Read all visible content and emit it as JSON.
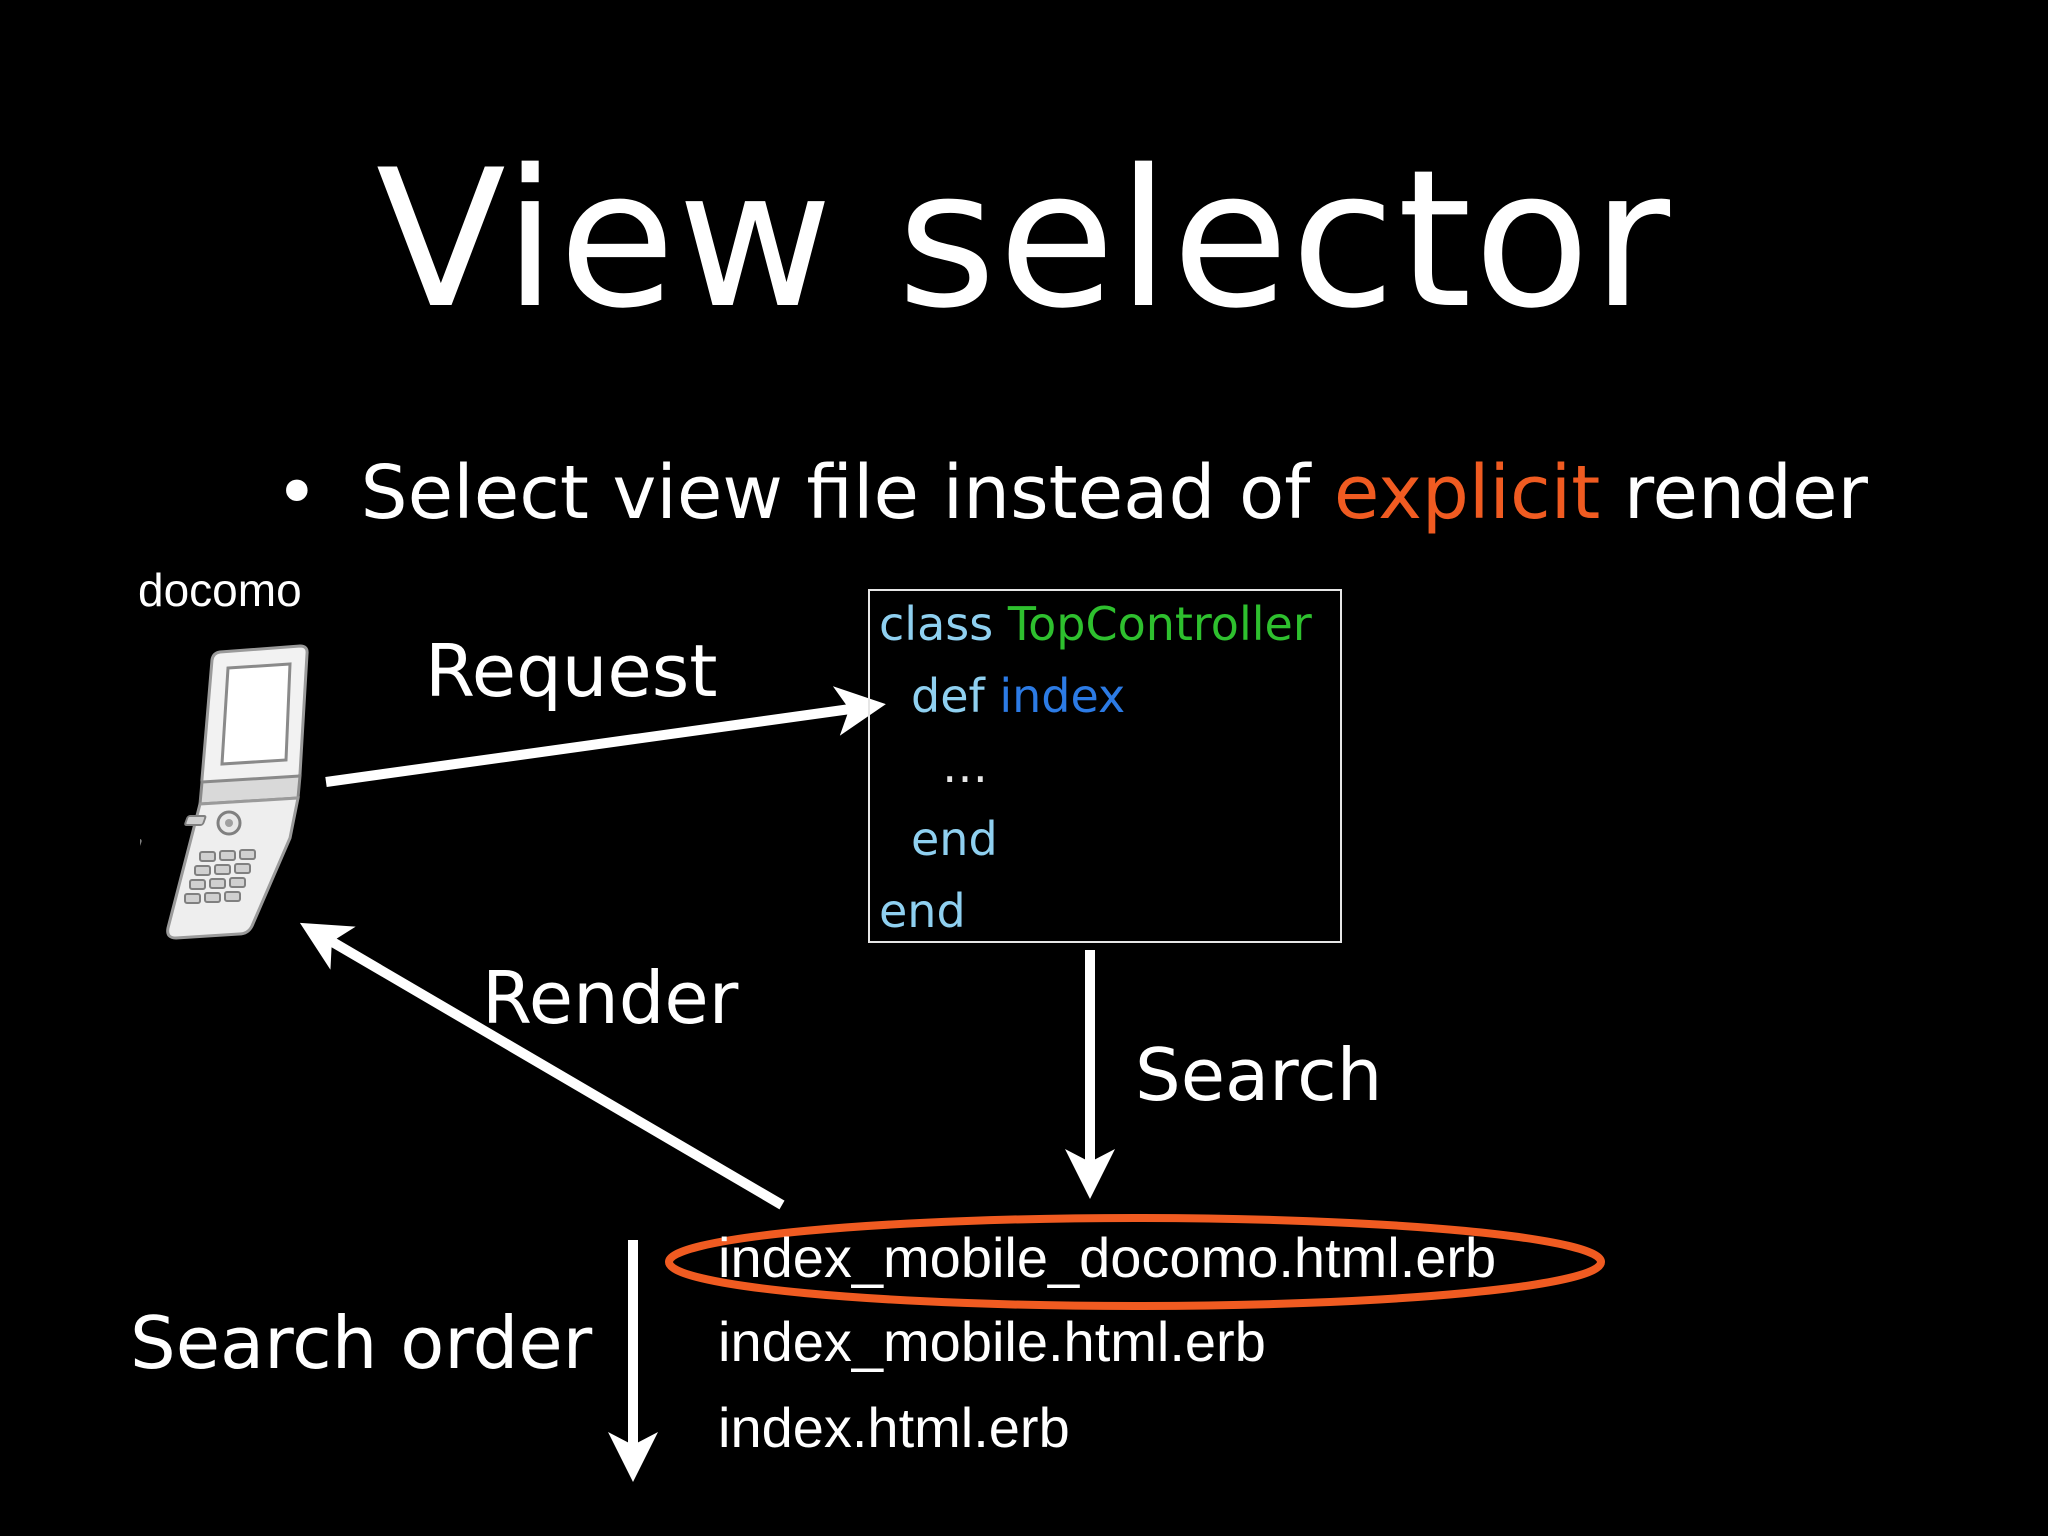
{
  "slide": {
    "title": "View selector",
    "bullet": {
      "symbol": "•",
      "before": "Select view file instead of ",
      "highlight": "explicit",
      "after": " render",
      "highlight_color": "#f05b21"
    }
  },
  "diagram": {
    "device_label": "docomo",
    "device_icon": "flip-phone-icon",
    "arrows": {
      "request": "Request",
      "render": "Render",
      "search": "Search",
      "search_order": "Search order"
    },
    "code": {
      "line1_kw": "class",
      "line1_name": "TopController",
      "line2_kw": "def",
      "line2_name": "index",
      "line3": "…",
      "line4": "end",
      "line5": "end",
      "colors": {
        "keyword": "#8fd0f0",
        "class_name": "#2ec02e",
        "method_name": "#2c7be5"
      }
    },
    "files": [
      "index_mobile_docomo.html.erb",
      "index_mobile.html.erb",
      "index.html.erb"
    ],
    "selected_file_index": 0,
    "selection_color": "#f05b21"
  }
}
